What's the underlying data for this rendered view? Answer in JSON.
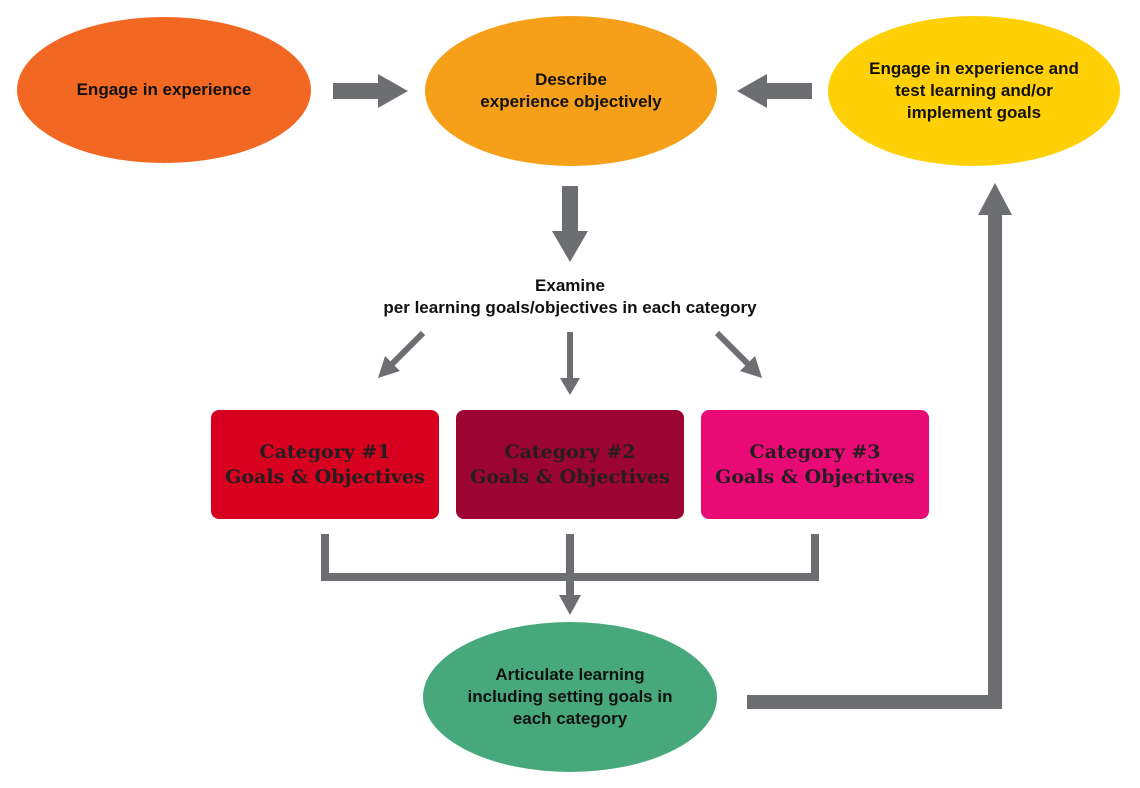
{
  "colors": {
    "arrow": "#6d6e71",
    "engage": "#f26722",
    "describe": "#f6a01a",
    "test": "#fed005",
    "category1": "#d7001e",
    "category2": "#9c0433",
    "category3": "#ea0a75",
    "articulate": "#47a97b"
  },
  "nodes": {
    "engage": {
      "lines": [
        "Engage in experience"
      ]
    },
    "describe": {
      "lines": [
        "Describe",
        "experience objectively"
      ]
    },
    "test": {
      "lines": [
        "Engage in experience and",
        "test learning and/or",
        "implement goals"
      ]
    },
    "examine": {
      "lines": [
        "Examine",
        "per learning goals/objectives in each category"
      ]
    },
    "category1": {
      "lines": [
        "Category #1",
        "Goals & Objectives"
      ]
    },
    "category2": {
      "lines": [
        "Category #2",
        "Goals & Objectives"
      ]
    },
    "category3": {
      "lines": [
        "Category #3",
        "Goals & Objectives"
      ]
    },
    "articulate": {
      "lines": [
        "Articulate learning",
        "including setting goals in",
        "each category"
      ]
    }
  }
}
